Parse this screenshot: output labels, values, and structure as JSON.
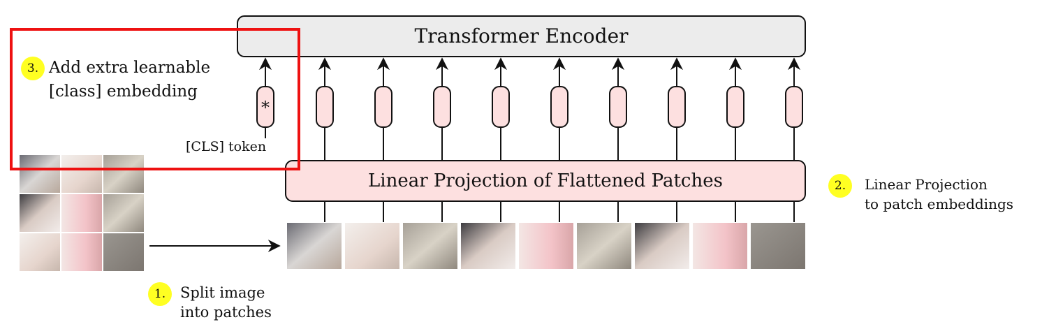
{
  "encoder": {
    "label": "Transformer Encoder"
  },
  "projection": {
    "label": "Linear Projection of Flattened Patches"
  },
  "cls_token": {
    "symbol": "*",
    "label": "[CLS] token"
  },
  "steps": [
    {
      "number": "1.",
      "lines": [
        "Split image",
        "into patches"
      ]
    },
    {
      "number": "2.",
      "lines": [
        "Linear Projection",
        "to patch embeddings"
      ]
    },
    {
      "number": "3.",
      "lines": [
        "Add extra learnable",
        "[class] embedding"
      ]
    }
  ],
  "colors": {
    "encoder_fill": "#ececec",
    "token_fill": "#fde0e0",
    "highlight_frame": "#ee1111",
    "badge": "#ffff22"
  }
}
